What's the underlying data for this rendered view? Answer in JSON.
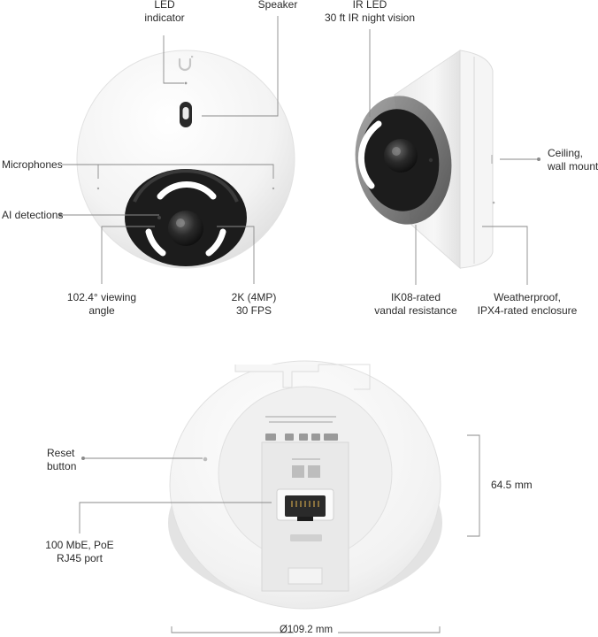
{
  "labels": {
    "led": [
      "LED",
      "indicator"
    ],
    "speaker": [
      "Speaker"
    ],
    "ir": [
      "IR LED",
      "30 ft IR night vision"
    ],
    "microphones": [
      "Microphones"
    ],
    "ai": [
      "AI detections"
    ],
    "mount": [
      "Ceiling,",
      "wall mount"
    ],
    "viewing": [
      "102.4° viewing",
      "angle"
    ],
    "resolution": [
      "2K (4MP)",
      "30 FPS"
    ],
    "ik08": [
      "IK08-rated",
      "vandal resistance"
    ],
    "weather": [
      "Weatherproof,",
      "IPX4-rated enclosure"
    ],
    "reset": [
      "Reset",
      "button"
    ],
    "height": "64.5 mm",
    "port": [
      "100 MbE, PoE",
      "RJ45 port"
    ],
    "diameter": "Ø109.2 mm"
  },
  "colors": {
    "text": "#2b2b2b",
    "leader": "#8a8a8a",
    "body": "#f3f3f3",
    "lens_housing": "#1c1c1c",
    "ir_ring": "#ffffff"
  },
  "icons": {
    "logo": "ubiquiti-u-logo-icon"
  }
}
